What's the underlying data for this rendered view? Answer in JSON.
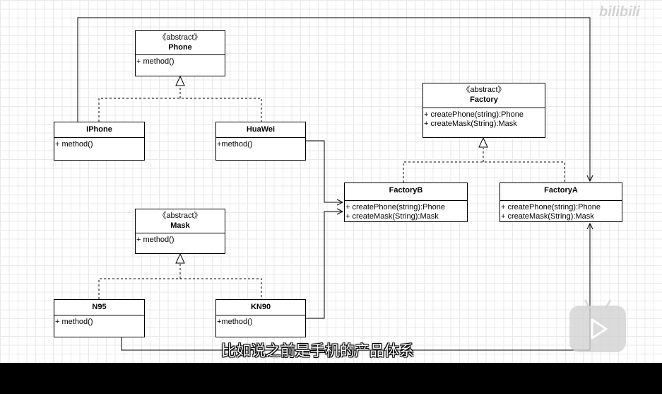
{
  "diagram": {
    "classes": {
      "phone": {
        "stereotype": "《abstract》",
        "name": "Phone",
        "methods": [
          "+ method()"
        ]
      },
      "iphone": {
        "name": "IPhone",
        "methods": [
          "+ method()"
        ]
      },
      "huawei": {
        "name": "HuaWei",
        "methods": [
          "+method()"
        ]
      },
      "mask": {
        "stereotype": "《abstract》",
        "name": "Mask",
        "methods": [
          "+ method()"
        ]
      },
      "n95": {
        "name": "N95",
        "methods": [
          "+ method()"
        ]
      },
      "kn90": {
        "name": "KN90",
        "methods": [
          "+method()"
        ]
      },
      "factory": {
        "stereotype": "《abstract》",
        "name": "Factory",
        "methods": [
          "+ createPhone(string):Phone",
          "+ createMask(String):Mask"
        ]
      },
      "factoryB": {
        "name": "FactoryB",
        "methods": [
          "+ createPhone(string):Phone",
          "+ createMask(String):Mask"
        ]
      },
      "factoryA": {
        "name": "FactoryA",
        "methods": [
          "+ createPhone(string):Phone",
          "+ createMask(String):Mask"
        ]
      }
    }
  },
  "video": {
    "subtitle": "比如说之前是手机的产品体系",
    "watermark": "bilibili",
    "play_icon": "play-icon"
  },
  "colors": {
    "line": "#000000",
    "grid": "#e9e9e9",
    "subtitle": "#ffffff"
  }
}
